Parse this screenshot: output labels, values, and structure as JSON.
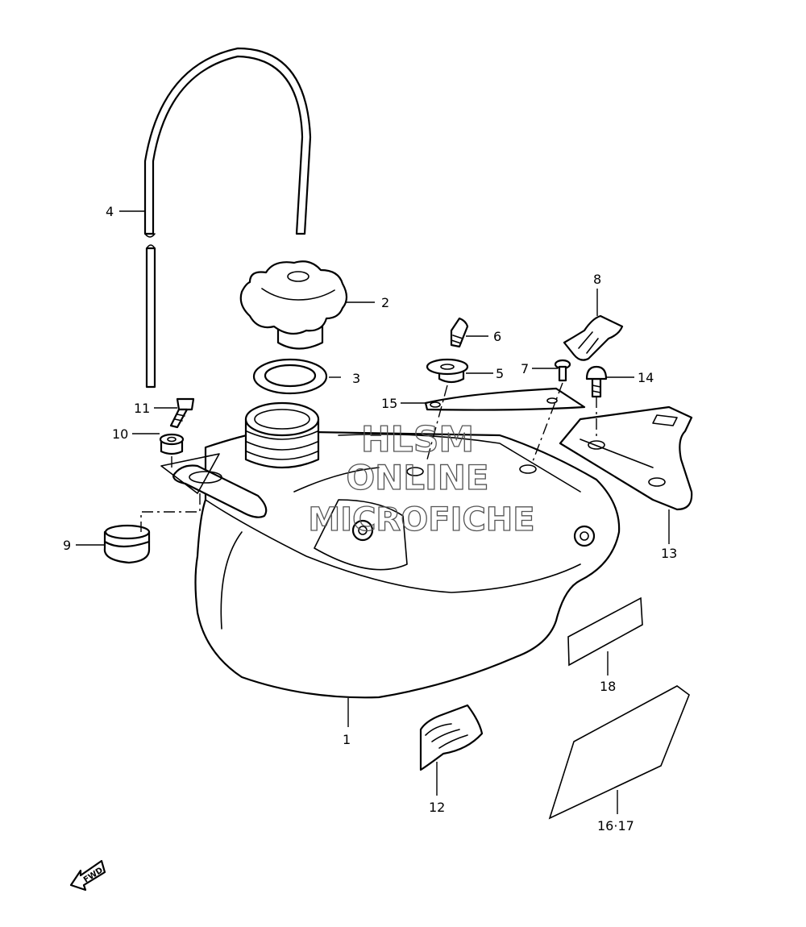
{
  "callouts": {
    "c1": "1",
    "c2": "2",
    "c3": "3",
    "c4": "4",
    "c5": "5",
    "c6": "6",
    "c7": "7",
    "c8": "8",
    "c9": "9",
    "c10": "10",
    "c11": "11",
    "c12": "12",
    "c13": "13",
    "c14": "14",
    "c15": "15",
    "c16_17": "16·17",
    "c18": "18"
  },
  "watermark": {
    "line1": "HLSM",
    "line2": "ONLINE",
    "line3": "MICROFICHE"
  },
  "fwd_label": "FWD"
}
